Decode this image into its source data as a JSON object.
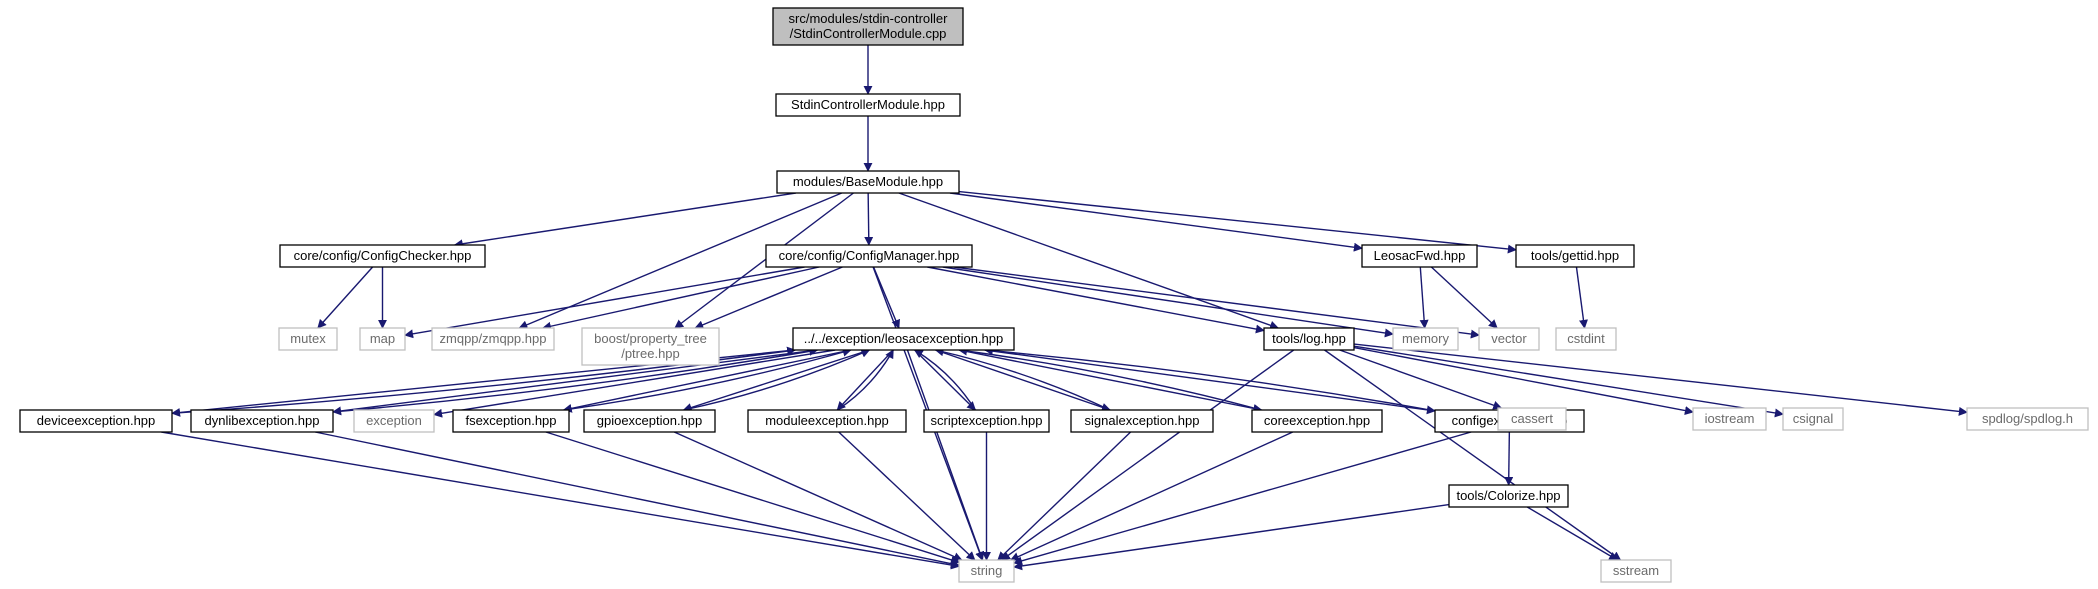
{
  "diagram": {
    "title": "",
    "edge_color": "#191970",
    "nodes": [
      {
        "id": "root",
        "kind": "root",
        "lines": [
          "src/modules/stdin-controller",
          "/StdinControllerModule.cpp"
        ]
      },
      {
        "id": "scm",
        "kind": "local",
        "lines": [
          "StdinControllerModule.hpp"
        ]
      },
      {
        "id": "base",
        "kind": "local",
        "lines": [
          "modules/BaseModule.hpp"
        ]
      },
      {
        "id": "checker",
        "kind": "local",
        "lines": [
          "core/config/ConfigChecker.hpp"
        ]
      },
      {
        "id": "manager",
        "kind": "local",
        "lines": [
          "core/config/ConfigManager.hpp"
        ]
      },
      {
        "id": "fwd",
        "kind": "local",
        "lines": [
          "LeosacFwd.hpp"
        ]
      },
      {
        "id": "gettid",
        "kind": "local",
        "lines": [
          "tools/gettid.hpp"
        ]
      },
      {
        "id": "mutex",
        "kind": "system",
        "lines": [
          "mutex"
        ]
      },
      {
        "id": "map",
        "kind": "system",
        "lines": [
          "map"
        ]
      },
      {
        "id": "zmqpp",
        "kind": "system",
        "lines": [
          "zmqpp/zmqpp.hpp"
        ]
      },
      {
        "id": "ptree",
        "kind": "system",
        "lines": [
          "boost/property_tree",
          "/ptree.hpp"
        ]
      },
      {
        "id": "memory",
        "kind": "system",
        "lines": [
          "memory"
        ]
      },
      {
        "id": "vector",
        "kind": "system",
        "lines": [
          "vector"
        ]
      },
      {
        "id": "cstdint",
        "kind": "system",
        "lines": [
          "cstdint"
        ]
      },
      {
        "id": "leosacex",
        "kind": "local",
        "lines": [
          "../../exception/leosacexception.hpp"
        ]
      },
      {
        "id": "log",
        "kind": "local",
        "lines": [
          "tools/log.hpp"
        ]
      },
      {
        "id": "devex",
        "kind": "local",
        "lines": [
          "deviceexception.hpp"
        ]
      },
      {
        "id": "dynex",
        "kind": "local",
        "lines": [
          "dynlibexception.hpp"
        ]
      },
      {
        "id": "exception",
        "kind": "system",
        "lines": [
          "exception"
        ]
      },
      {
        "id": "fsex",
        "kind": "local",
        "lines": [
          "fsexception.hpp"
        ]
      },
      {
        "id": "gpioex",
        "kind": "local",
        "lines": [
          "gpioexception.hpp"
        ]
      },
      {
        "id": "modex",
        "kind": "local",
        "lines": [
          "moduleexception.hpp"
        ]
      },
      {
        "id": "scriptex",
        "kind": "local",
        "lines": [
          "scriptexception.hpp"
        ]
      },
      {
        "id": "sigex",
        "kind": "local",
        "lines": [
          "signalexception.hpp"
        ]
      },
      {
        "id": "coreex",
        "kind": "local",
        "lines": [
          "coreexception.hpp"
        ]
      },
      {
        "id": "configex",
        "kind": "local",
        "lines": [
          "configexception.hpp"
        ]
      },
      {
        "id": "cassert",
        "kind": "system",
        "lines": [
          "cassert"
        ]
      },
      {
        "id": "iostream",
        "kind": "system",
        "lines": [
          "iostream"
        ]
      },
      {
        "id": "csignal",
        "kind": "system",
        "lines": [
          "csignal"
        ]
      },
      {
        "id": "spdlog",
        "kind": "system",
        "lines": [
          "spdlog/spdlog.h"
        ]
      },
      {
        "id": "colorize",
        "kind": "local",
        "lines": [
          "tools/Colorize.hpp"
        ]
      },
      {
        "id": "string",
        "kind": "system",
        "lines": [
          "string"
        ]
      },
      {
        "id": "sstream",
        "kind": "system",
        "lines": [
          "sstream"
        ]
      }
    ],
    "edges": [
      [
        "root",
        "scm"
      ],
      [
        "scm",
        "base"
      ],
      [
        "base",
        "checker"
      ],
      [
        "base",
        "manager"
      ],
      [
        "base",
        "fwd"
      ],
      [
        "base",
        "gettid"
      ],
      [
        "base",
        "zmqpp"
      ],
      [
        "base",
        "ptree"
      ],
      [
        "base",
        "log"
      ],
      [
        "checker",
        "mutex"
      ],
      [
        "checker",
        "map"
      ],
      [
        "manager",
        "map"
      ],
      [
        "manager",
        "zmqpp"
      ],
      [
        "manager",
        "ptree"
      ],
      [
        "manager",
        "memory"
      ],
      [
        "manager",
        "vector"
      ],
      [
        "manager",
        "leosacex"
      ],
      [
        "manager",
        "log"
      ],
      [
        "manager",
        "string"
      ],
      [
        "fwd",
        "memory"
      ],
      [
        "fwd",
        "vector"
      ],
      [
        "gettid",
        "cstdint"
      ],
      [
        "leosacex",
        "devex"
      ],
      [
        "leosacex",
        "dynex"
      ],
      [
        "leosacex",
        "exception"
      ],
      [
        "leosacex",
        "fsex"
      ],
      [
        "leosacex",
        "gpioex"
      ],
      [
        "leosacex",
        "modex"
      ],
      [
        "leosacex",
        "scriptex"
      ],
      [
        "leosacex",
        "sigex"
      ],
      [
        "leosacex",
        "coreex"
      ],
      [
        "leosacex",
        "configex"
      ],
      [
        "leosacex",
        "string"
      ],
      [
        "devex",
        "leosacex"
      ],
      [
        "dynex",
        "leosacex"
      ],
      [
        "fsex",
        "leosacex"
      ],
      [
        "gpioex",
        "leosacex"
      ],
      [
        "modex",
        "leosacex"
      ],
      [
        "scriptex",
        "leosacex"
      ],
      [
        "sigex",
        "leosacex"
      ],
      [
        "coreex",
        "leosacex"
      ],
      [
        "configex",
        "leosacex"
      ],
      [
        "devex",
        "string"
      ],
      [
        "dynex",
        "string"
      ],
      [
        "fsex",
        "string"
      ],
      [
        "gpioex",
        "string"
      ],
      [
        "modex",
        "string"
      ],
      [
        "scriptex",
        "string"
      ],
      [
        "sigex",
        "string"
      ],
      [
        "coreex",
        "string"
      ],
      [
        "configex",
        "string"
      ],
      [
        "configex",
        "colorize"
      ],
      [
        "log",
        "cassert"
      ],
      [
        "log",
        "iostream"
      ],
      [
        "log",
        "csignal"
      ],
      [
        "log",
        "spdlog"
      ],
      [
        "log",
        "string"
      ],
      [
        "log",
        "sstream"
      ],
      [
        "colorize",
        "string"
      ],
      [
        "colorize",
        "sstream"
      ]
    ]
  }
}
